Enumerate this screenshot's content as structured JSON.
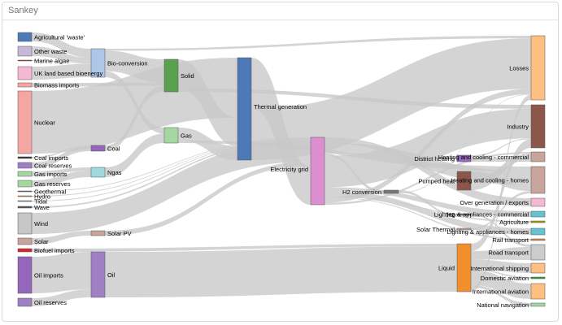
{
  "panel": {
    "title": "Sankey"
  },
  "chart_data": {
    "type": "sankey",
    "nodes": [
      {
        "id": "ag_waste",
        "label": "Agricultural 'waste'",
        "color": "#4e79b7",
        "col": 0,
        "value": 124.7
      },
      {
        "id": "other_waste",
        "label": "Other waste",
        "color": "#c7b8d9",
        "col": 0,
        "value": 77.8
      },
      {
        "id": "marine_algae",
        "label": "Marine algae",
        "color": "#d62728",
        "col": 0,
        "value": 4.4
      },
      {
        "id": "uk_bio",
        "label": "UK land based bioenergy",
        "color": "#f4b8d2",
        "col": 0,
        "value": 182
      },
      {
        "id": "bio_imports",
        "label": "Biomass imports",
        "color": "#f4a7a2",
        "col": 0,
        "value": 35
      },
      {
        "id": "nuclear",
        "label": "Nuclear",
        "color": "#f4a7a2",
        "col": 0,
        "value": 839
      },
      {
        "id": "coal_imports",
        "label": "Coal imports",
        "color": "#333333",
        "col": 0,
        "value": 11.6
      },
      {
        "id": "coal_reserves",
        "label": "Coal reserves",
        "color": "#9f80c4",
        "col": 0,
        "value": 63
      },
      {
        "id": "gas_imports",
        "label": "Gas imports",
        "color": "#a6d7a0",
        "col": 0,
        "value": 40.7
      },
      {
        "id": "gas_reserves",
        "label": "Gas reserves",
        "color": "#a6d7a0",
        "col": 0,
        "value": 82.2
      },
      {
        "id": "geothermal",
        "label": "Geothermal",
        "color": "#8c564b",
        "col": 0,
        "value": 7
      },
      {
        "id": "hydro",
        "label": "Hydro",
        "color": "#e08a4a",
        "col": 0,
        "value": 6
      },
      {
        "id": "tidal",
        "label": "Tidal",
        "color": "#999999",
        "col": 0,
        "value": 9
      },
      {
        "id": "wave",
        "label": "Wave",
        "color": "#555555",
        "col": 0,
        "value": 19
      },
      {
        "id": "wind",
        "label": "Wind",
        "color": "#c7c7c7",
        "col": 0,
        "value": 289
      },
      {
        "id": "solar",
        "label": "Solar",
        "color": "#c8a49b",
        "col": 0,
        "value": 59.9
      },
      {
        "id": "biofuel_imports",
        "label": "Biofuel imports",
        "color": "#d62728",
        "col": 0,
        "value": 35
      },
      {
        "id": "oil_imports",
        "label": "Oil imports",
        "color": "#9467bd",
        "col": 0,
        "value": 504
      },
      {
        "id": "oil_reserves",
        "label": "Oil reserves",
        "color": "#9f80c4",
        "col": 0,
        "value": 107.7
      },
      {
        "id": "bio_conversion",
        "label": "Bio-conversion",
        "color": "#aec7e8",
        "col": 1,
        "value": 389
      },
      {
        "id": "coal",
        "label": "Coal",
        "color": "#9467bd",
        "col": 1,
        "value": 74.6
      },
      {
        "id": "ngas",
        "label": "Ngas",
        "color": "#a0d8e0",
        "col": 1,
        "value": 122.9
      },
      {
        "id": "solar_pv",
        "label": "Solar PV",
        "color": "#c8a49b",
        "col": 1,
        "value": 59.9
      },
      {
        "id": "oil",
        "label": "Oil",
        "color": "#9f80c4",
        "col": 1,
        "value": 611.7
      },
      {
        "id": "solid",
        "label": "Solid",
        "color": "#59a14f",
        "col": 2,
        "value": 400
      },
      {
        "id": "gas",
        "label": "Gas",
        "color": "#a6d7a0",
        "col": 2,
        "value": 193
      },
      {
        "id": "thermal",
        "label": "Thermal generation",
        "color": "#4e79b7",
        "col": 3,
        "value": 1057
      },
      {
        "id": "electricity",
        "label": "Electricity grid",
        "color": "#dc8ed0",
        "col": 4,
        "value": 694
      },
      {
        "id": "h2_conv",
        "label": "H2 conversion",
        "color": "#777777",
        "col": 4.7,
        "value": 27
      },
      {
        "id": "h2",
        "label": "H2",
        "color": "#777777",
        "col": 5.5,
        "value": 21
      },
      {
        "id": "pumped_heat",
        "label": "Pumped heat",
        "color": "#8c564b",
        "col": 5.5,
        "value": 200
      },
      {
        "id": "district_heating",
        "label": "District heating",
        "color": "#9467bd",
        "col": 5.5,
        "value": 79
      },
      {
        "id": "solar_thermal",
        "label": "Solar Thermal",
        "color": "#c8a49b",
        "col": 5.5,
        "value": 19
      },
      {
        "id": "liquid",
        "label": "Liquid",
        "color": "#f28e2b",
        "col": 5.3,
        "value": 650
      },
      {
        "id": "losses",
        "label": "Losses",
        "color": "#ffbf80",
        "col": 6,
        "value": 710
      },
      {
        "id": "industry",
        "label": "Industry",
        "color": "#8c564b",
        "col": 6,
        "value": 500
      },
      {
        "id": "heat_commercial",
        "label": "Heating and cooling - commercial",
        "color": "#c8a49b",
        "col": 6,
        "value": 79
      },
      {
        "id": "heat_homes",
        "label": "Heating and cooling - homes",
        "color": "#c8a49b",
        "col": 6,
        "value": 200
      },
      {
        "id": "over_gen",
        "label": "Over generation / exports",
        "color": "#f4b8d2",
        "col": 6,
        "value": 60
      },
      {
        "id": "light_commercial",
        "label": "Lighting & appliances - commercial",
        "color": "#66c2d1",
        "col": 6,
        "value": 40
      },
      {
        "id": "agriculture",
        "label": "Agriculture",
        "color": "#a0a000",
        "col": 6,
        "value": 6
      },
      {
        "id": "light_homes",
        "label": "Lighting & appliances - homes",
        "color": "#66c2d1",
        "col": 6,
        "value": 60
      },
      {
        "id": "rail",
        "label": "Rail transport",
        "color": "#e08a4a",
        "col": 6,
        "value": 7
      },
      {
        "id": "road",
        "label": "Road transport",
        "color": "#cccccc",
        "col": 6,
        "value": 135
      },
      {
        "id": "shipping",
        "label": "International shipping",
        "color": "#ffbf80",
        "col": 6,
        "value": 128
      },
      {
        "id": "domestic_aviation",
        "label": "Domestic aviation",
        "color": "#2ca02c",
        "col": 6,
        "value": 14
      },
      {
        "id": "intl_aviation",
        "label": "International aviation",
        "color": "#ffbf80",
        "col": 6,
        "value": 206
      },
      {
        "id": "national_navigation",
        "label": "National navigation",
        "color": "#a6d7a0",
        "col": 6,
        "value": 33
      }
    ],
    "links": [
      [
        "ag_waste",
        "bio_conversion",
        124.7
      ],
      [
        "other_waste",
        "bio_conversion",
        77.8
      ],
      [
        "marine_algae",
        "bio_conversion",
        4.4
      ],
      [
        "uk_bio",
        "bio_conversion",
        182
      ],
      [
        "bio_conversion",
        "losses",
        26.9
      ],
      [
        "bio_conversion",
        "solid",
        280.3
      ],
      [
        "bio_conversion",
        "gas",
        81.1
      ],
      [
        "bio_imports",
        "solid",
        35
      ],
      [
        "nuclear",
        "thermal",
        839
      ],
      [
        "coal_imports",
        "coal",
        11.6
      ],
      [
        "coal_reserves",
        "coal",
        63
      ],
      [
        "coal",
        "solid",
        74.6
      ],
      [
        "gas_imports",
        "ngas",
        40.7
      ],
      [
        "gas_reserves",
        "ngas",
        82.2
      ],
      [
        "ngas",
        "gas",
        122.9
      ],
      [
        "geothermal",
        "electricity",
        7
      ],
      [
        "hydro",
        "electricity",
        6
      ],
      [
        "tidal",
        "electricity",
        9
      ],
      [
        "wave",
        "electricity",
        19
      ],
      [
        "wind",
        "electricity",
        289
      ],
      [
        "solar",
        "solar_pv",
        59.9
      ],
      [
        "solar_pv",
        "electricity",
        59.9
      ],
      [
        "biofuel_imports",
        "liquid",
        35
      ],
      [
        "oil_imports",
        "oil",
        504
      ],
      [
        "oil_reserves",
        "oil",
        107.7
      ],
      [
        "oil",
        "liquid",
        611.7
      ],
      [
        "solid",
        "thermal",
        400
      ],
      [
        "solid",
        "industry",
        46
      ],
      [
        "gas",
        "thermal",
        193
      ],
      [
        "gas",
        "heat_homes",
        40
      ],
      [
        "thermal",
        "electricity",
        525
      ],
      [
        "thermal",
        "losses",
        532
      ],
      [
        "electricity",
        "over_gen",
        60
      ],
      [
        "electricity",
        "heat_homes",
        113
      ],
      [
        "electricity",
        "h2_conv",
        27
      ],
      [
        "electricity",
        "industry",
        342
      ],
      [
        "electricity",
        "light_commercial",
        40
      ],
      [
        "electricity",
        "light_homes",
        60
      ],
      [
        "electricity",
        "agriculture",
        6
      ],
      [
        "electricity",
        "rail",
        7
      ],
      [
        "electricity",
        "losses",
        56
      ],
      [
        "electricity",
        "heat_commercial",
        22
      ],
      [
        "h2_conv",
        "h2",
        21
      ],
      [
        "h2_conv",
        "losses",
        6
      ],
      [
        "h2",
        "road",
        21
      ],
      [
        "pumped_heat",
        "heat_homes",
        46
      ],
      [
        "pumped_heat",
        "heat_commercial",
        70
      ],
      [
        "district_heating",
        "industry",
        10
      ],
      [
        "district_heating",
        "heat_commercial",
        30
      ],
      [
        "solar_thermal",
        "heat_homes",
        19
      ],
      [
        "liquid",
        "industry",
        100
      ],
      [
        "liquid",
        "road",
        114
      ],
      [
        "liquid",
        "shipping",
        128
      ],
      [
        "liquid",
        "domestic_aviation",
        14
      ],
      [
        "liquid",
        "intl_aviation",
        206
      ],
      [
        "liquid",
        "national_navigation",
        33
      ],
      [
        "liquid",
        "losses",
        55
      ]
    ]
  }
}
